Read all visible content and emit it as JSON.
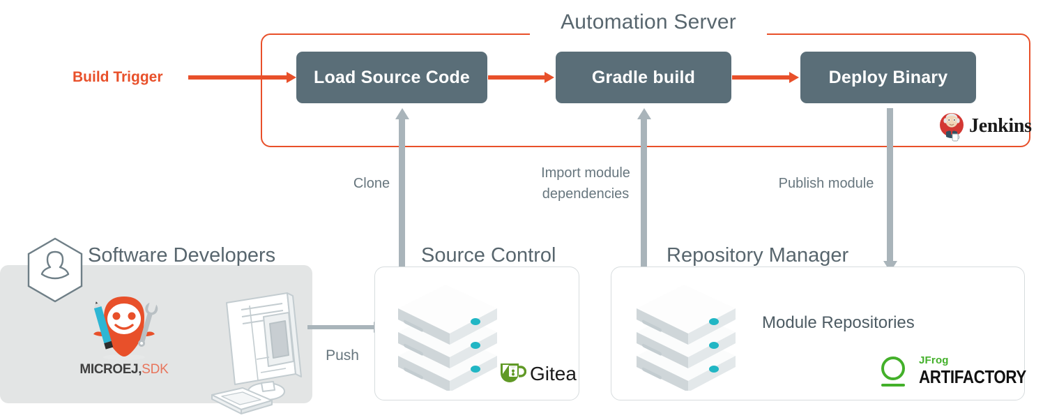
{
  "colors": {
    "accent_orange": "#e8502a",
    "stage_box": "#5a6e78",
    "gray_arrow": "#a9b4ba",
    "title_gray": "#58666e",
    "panel_gray": "#e3e5e5",
    "jfrog_green": "#43b02a",
    "gitea_green": "#609926",
    "server_teal": "#21b6c4",
    "microej_orange": "#e8502a",
    "microej_sdk": "#e8755c"
  },
  "automation_server": {
    "title": "Automation Server",
    "stages": [
      {
        "id": "load",
        "label": "Load Source Code"
      },
      {
        "id": "gradle",
        "label": "Gradle build"
      },
      {
        "id": "deploy",
        "label": "Deploy Binary"
      }
    ],
    "trigger_label": "Build Trigger",
    "logo": {
      "name": "jenkins-logo",
      "text": "Jenkins"
    }
  },
  "flows": [
    {
      "id": "clone",
      "label": "Clone",
      "direction": "up"
    },
    {
      "id": "import",
      "label": "Import module dependencies",
      "direction": "up"
    },
    {
      "id": "publish",
      "label": "Publish module",
      "direction": "down"
    },
    {
      "id": "push",
      "label": "Push",
      "direction": "right"
    }
  ],
  "flow_labels": {
    "clone": "Clone",
    "import_line1": "Import module",
    "import_line2": "dependencies",
    "publish": "Publish module",
    "push": "Push"
  },
  "sections": {
    "developers": {
      "title": "Software Developers",
      "icon": "person-hexagon-icon",
      "product": {
        "name_bold": "MICROEJ",
        "name_sep": ",",
        "name_light": "SDK"
      },
      "illustration": "desktop-computer-icon"
    },
    "source_control": {
      "title": "Source Control",
      "server_icon": "server-stack-icon",
      "logo": {
        "name": "gitea-logo",
        "text": "Gitea"
      }
    },
    "repository_manager": {
      "title": "Repository Manager",
      "server_icon": "server-stack-icon",
      "content_label": "Module Repositories",
      "logo": {
        "name": "jfrog-artifactory-logo",
        "text_top": "JFrog",
        "text_bottom": "ARTIFACTORY"
      }
    }
  }
}
